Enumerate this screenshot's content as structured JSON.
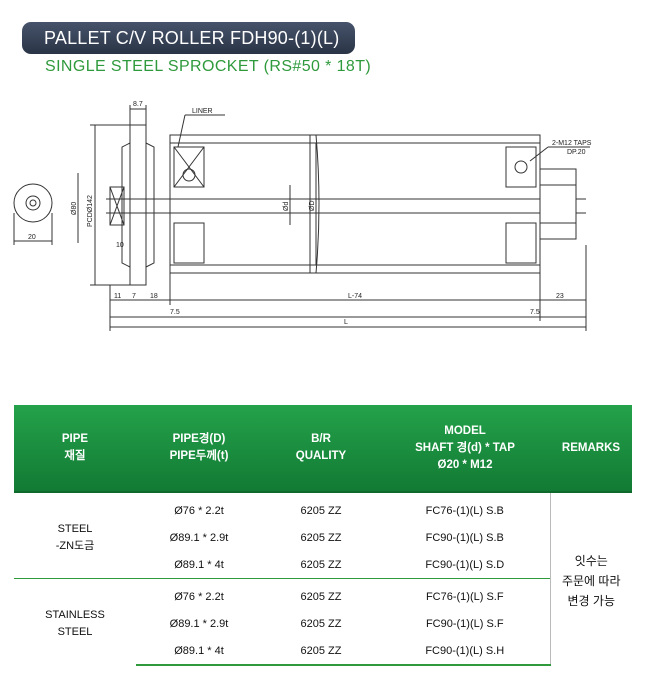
{
  "header": {
    "title": "PALLET C/V ROLLER FDH90-(1)(L)",
    "subtitle": "SINGLE STEEL SPROCKET (RS#50 * 18T)"
  },
  "drawing": {
    "dim_top": "8.7",
    "liner": "LINER",
    "tap": "2-M12 TAPS",
    "tap_depth": "DP.20",
    "pcd": "PCDØ142",
    "left_dia": "Ø80",
    "shaft_dia": "Ød",
    "pipe_dia": "ØD",
    "end_width": "20",
    "dim_10": "10",
    "dim_11": "11",
    "dim_7": "7",
    "dim_18": "18",
    "dim_l74": "L-74",
    "dim_23": "23",
    "dim_75a": "7.5",
    "dim_75b": "7.5",
    "dim_l": "L"
  },
  "table": {
    "headers": {
      "pipe_material": [
        "PIPE",
        "재질"
      ],
      "pipe_size": [
        "PIPE경(D)",
        "PIPE두께(t)"
      ],
      "bearing": [
        "B/R",
        "QUALITY"
      ],
      "model": [
        "MODEL",
        "SHAFT 경(d) * TAP",
        "Ø20 * M12"
      ],
      "remarks": "REMARKS"
    },
    "groups": [
      {
        "material": [
          "STEEL",
          "-ZN도금"
        ],
        "rows": [
          {
            "size": "Ø76 * 2.2t",
            "bearing": "6205 ZZ",
            "model": "FC76-(1)(L) S.B"
          },
          {
            "size": "Ø89.1 * 2.9t",
            "bearing": "6205 ZZ",
            "model": "FC90-(1)(L) S.B"
          },
          {
            "size": "Ø89.1 * 4t",
            "bearing": "6205 ZZ",
            "model": "FC90-(1)(L) S.D"
          }
        ]
      },
      {
        "material": [
          "STAINLESS",
          "STEEL"
        ],
        "rows": [
          {
            "size": "Ø76 * 2.2t",
            "bearing": "6205 ZZ",
            "model": "FC76-(1)(L) S.F"
          },
          {
            "size": "Ø89.1 * 2.9t",
            "bearing": "6205 ZZ",
            "model": "FC90-(1)(L) S.F"
          },
          {
            "size": "Ø89.1 * 4t",
            "bearing": "6205 ZZ",
            "model": "FC90-(1)(L) S.H"
          }
        ]
      }
    ],
    "remarks": [
      "잇수는",
      "주문에 따라",
      "변경 가능"
    ]
  },
  "colors": {
    "title_bg": "#2f3a4e",
    "accent_green": "#2f9a3c",
    "header_green": "#1a8c3e"
  }
}
